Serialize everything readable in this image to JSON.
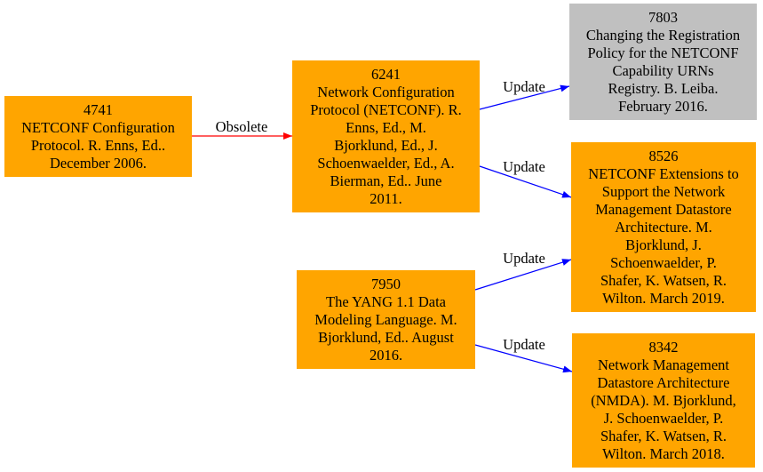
{
  "colors": {
    "node_default": "#ffa500",
    "node_gray": "#c0c0c0",
    "edge_obsolete": "#ff0000",
    "edge_update": "#0000ff"
  },
  "nodes": [
    {
      "id": "4741",
      "fill": "orange",
      "lines": [
        "4741",
        "NETCONF Configuration",
        "Protocol. R. Enns, Ed..",
        "December 2006."
      ]
    },
    {
      "id": "6241",
      "fill": "orange",
      "lines": [
        "6241",
        "Network Configuration",
        "Protocol (NETCONF). R.",
        "Enns, Ed., M.",
        "Bjorklund, Ed., J.",
        "Schoenwaelder, Ed., A.",
        "Bierman, Ed.. June",
        "2011."
      ]
    },
    {
      "id": "7803",
      "fill": "gray",
      "lines": [
        "7803",
        "Changing the Registration",
        "Policy for the NETCONF",
        "Capability URNs",
        "Registry. B. Leiba.",
        "February 2016."
      ]
    },
    {
      "id": "8526",
      "fill": "orange",
      "lines": [
        "8526",
        "NETCONF Extensions to",
        "Support the Network",
        "Management Datastore",
        "Architecture. M.",
        "Bjorklund, J.",
        "Schoenwaelder, P.",
        "Shafer, K. Watsen, R.",
        "Wilton. March 2019."
      ]
    },
    {
      "id": "7950",
      "fill": "orange",
      "lines": [
        "7950",
        "The YANG 1.1 Data",
        "Modeling Language. M.",
        "Bjorklund, Ed.. August",
        "2016."
      ]
    },
    {
      "id": "8342",
      "fill": "orange",
      "lines": [
        "8342",
        "Network Management",
        "Datastore Architecture",
        "(NMDA). M. Bjorklund,",
        "J. Schoenwaelder, P.",
        "Shafer, K. Watsen, R.",
        "Wilton. March 2018."
      ]
    }
  ],
  "edges": [
    {
      "from": "4741",
      "to": "6241",
      "label": "Obsolete",
      "kind": "obsolete"
    },
    {
      "from": "6241",
      "to": "7803",
      "label": "Update",
      "kind": "update"
    },
    {
      "from": "6241",
      "to": "8526",
      "label": "Update",
      "kind": "update"
    },
    {
      "from": "7950",
      "to": "8526",
      "label": "Update",
      "kind": "update"
    },
    {
      "from": "7950",
      "to": "8342",
      "label": "Update",
      "kind": "update"
    }
  ]
}
